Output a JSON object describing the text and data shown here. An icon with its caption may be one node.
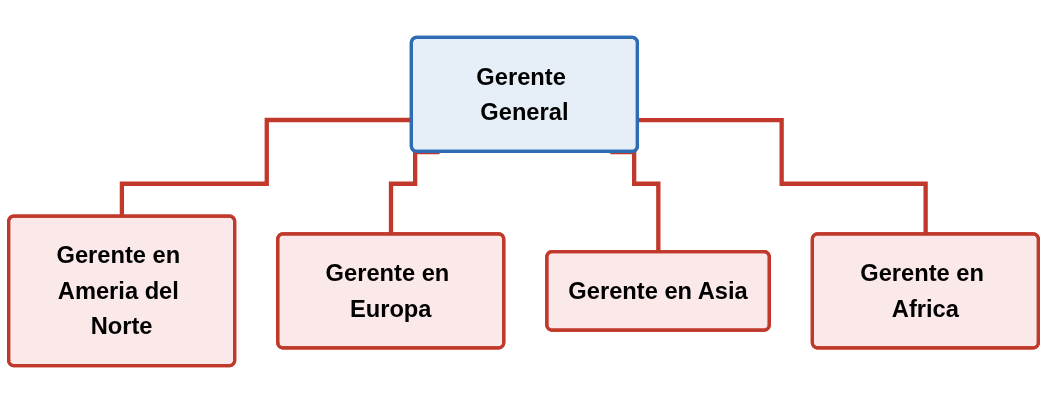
{
  "diagram": {
    "nodes": [
      {
        "text": [
          "Gerente General"
        ]
      },
      {
        "text": [
          "Gerente en Ameria del Norte"
        ]
      },
      {
        "text": [
          "Gerente en Europa"
        ]
      },
      {
        "text": [
          "Gerente en Asia"
        ]
      },
      {
        "text": [
          "Gerente en Africa"
        ]
      }
    ],
    "edges": [
      {
        "from": 0,
        "to": 1,
        "arrow": "none"
      },
      {
        "from": 0,
        "to": 2,
        "arrow": "none"
      },
      {
        "from": 0,
        "to": 3,
        "arrow": "none"
      },
      {
        "from": 0,
        "to": 4,
        "arrow": "none"
      }
    ]
  }
}
